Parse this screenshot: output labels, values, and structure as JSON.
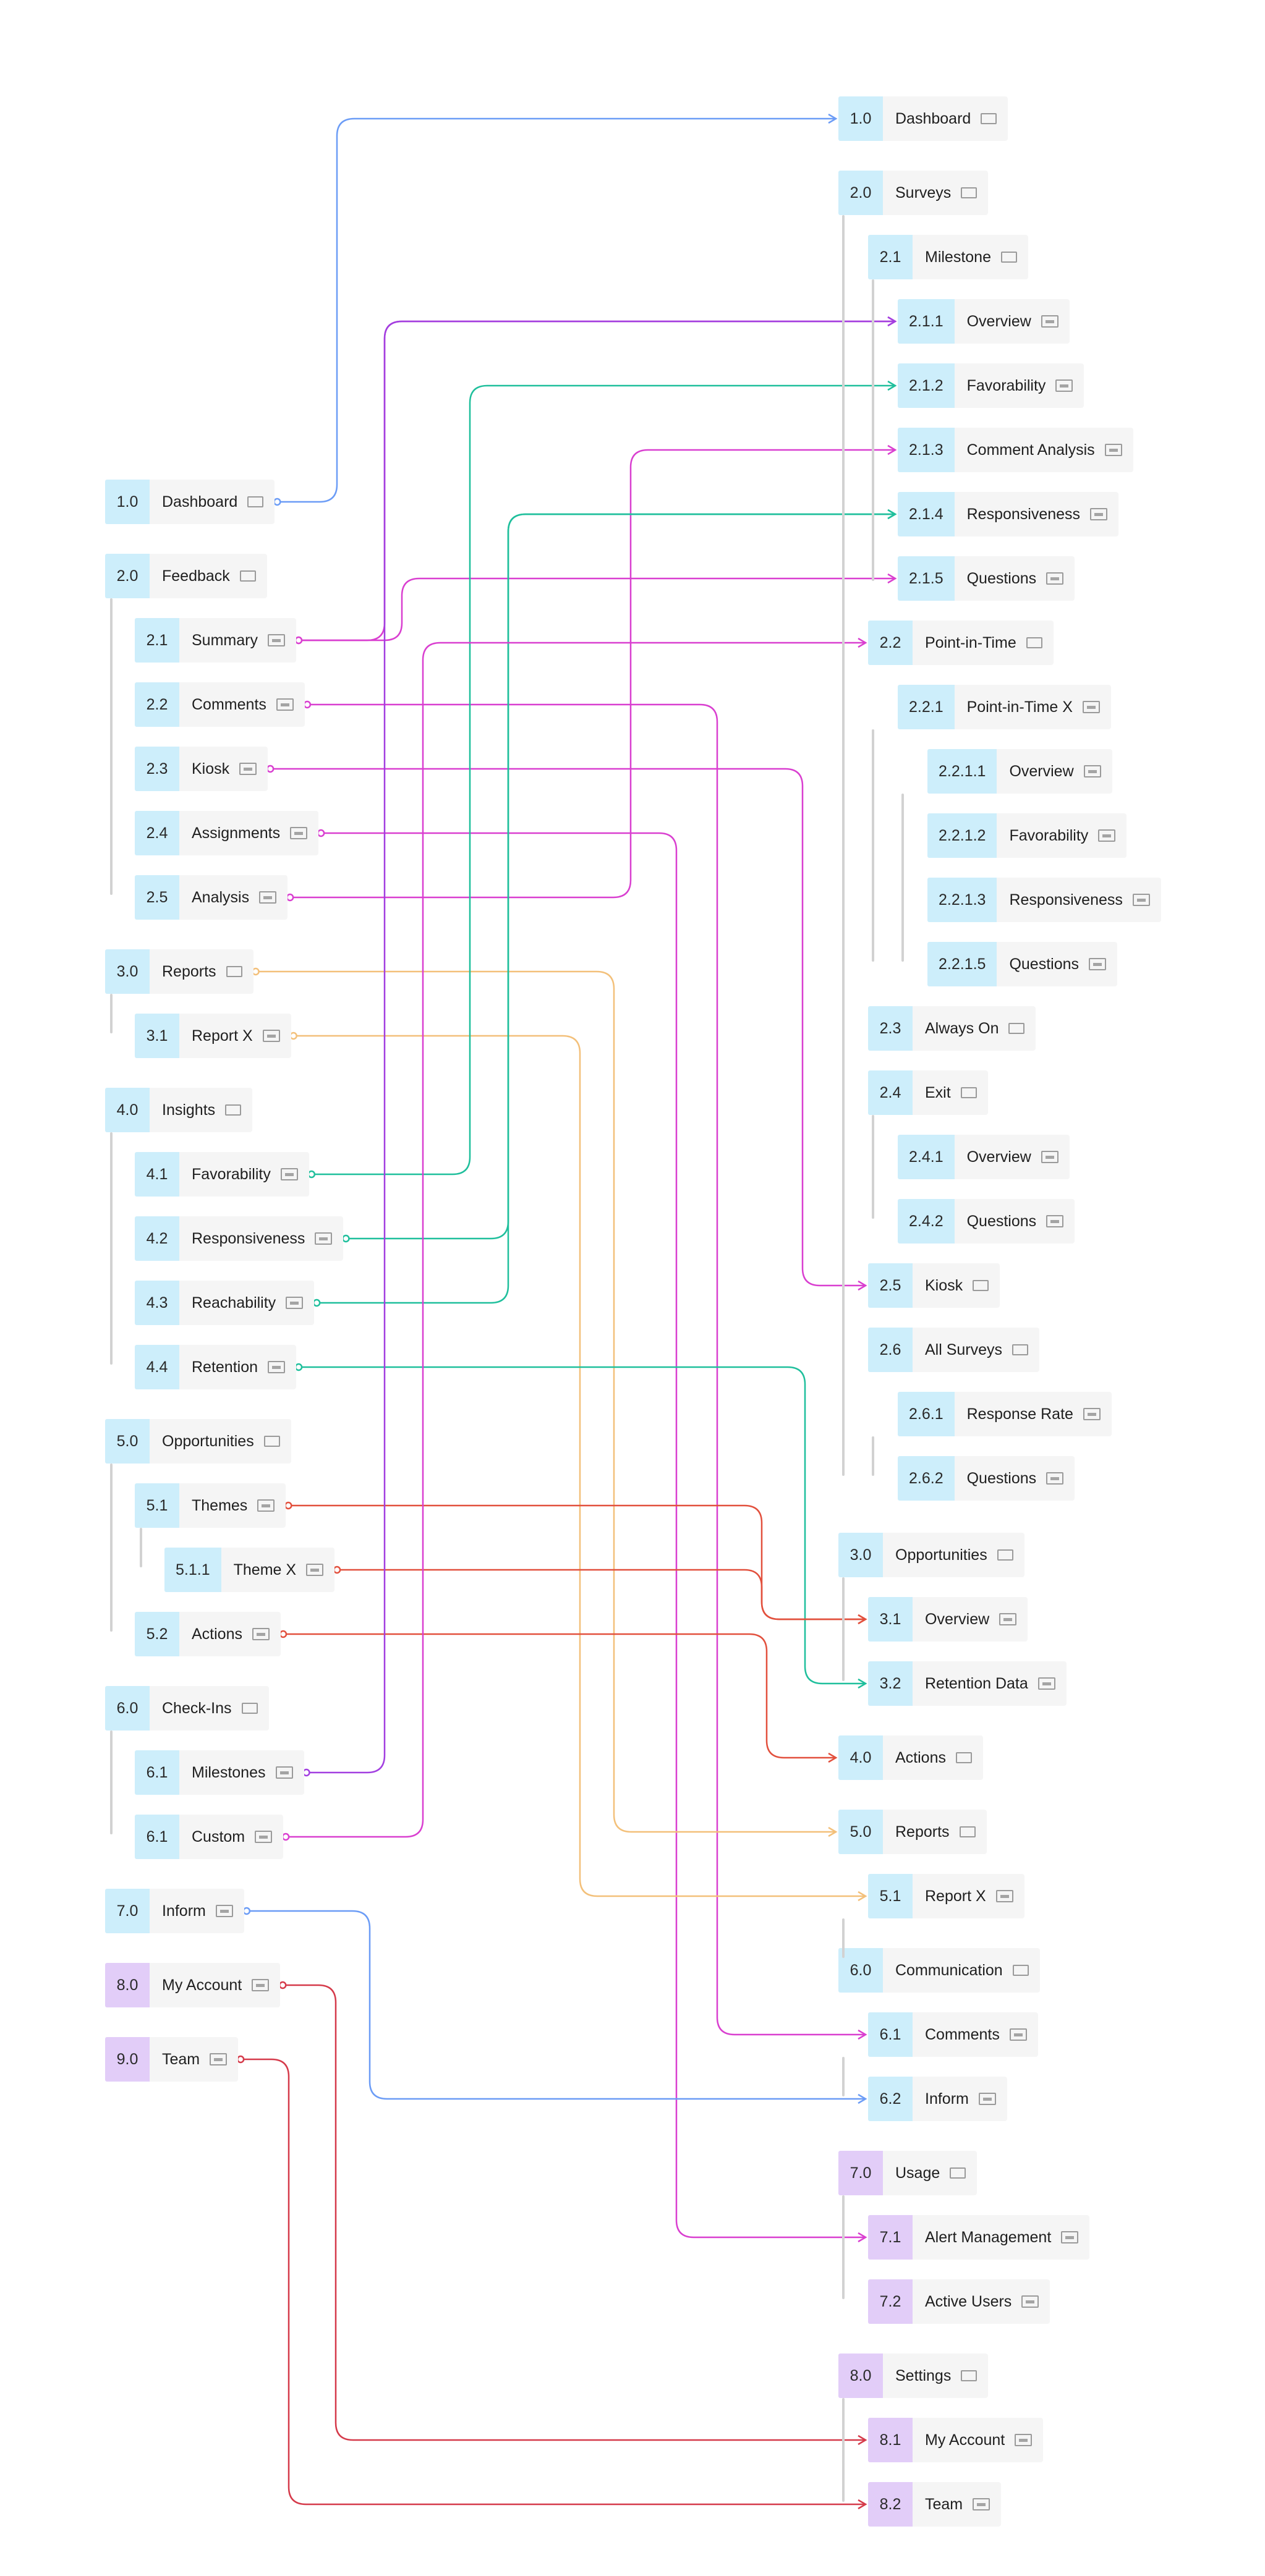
{
  "colors": {
    "blue": "#6b9cf6",
    "magenta": "#d93fd0",
    "teal": "#1fbf9c",
    "orange": "#f3c07a",
    "red": "#e2503d",
    "crimson": "#d53a4a",
    "violet": "#a23fe0"
  },
  "left": [
    {
      "id": "L1",
      "num": "1.0",
      "label": "Dashboard",
      "level": 0,
      "icon": "folder-icon"
    },
    {
      "id": "L2",
      "num": "2.0",
      "label": "Feedback",
      "level": 0,
      "icon": "folder-icon"
    },
    {
      "id": "L3",
      "num": "2.1",
      "label": "Summary",
      "level": 1,
      "icon": "page-icon"
    },
    {
      "id": "L4",
      "num": "2.2",
      "label": "Comments",
      "level": 1,
      "icon": "page-icon"
    },
    {
      "id": "L5",
      "num": "2.3",
      "label": "Kiosk",
      "level": 1,
      "icon": "page-icon"
    },
    {
      "id": "L6",
      "num": "2.4",
      "label": "Assignments",
      "level": 1,
      "icon": "page-icon"
    },
    {
      "id": "L7",
      "num": "2.5",
      "label": "Analysis",
      "level": 1,
      "icon": "page-icon"
    },
    {
      "id": "L8",
      "num": "3.0",
      "label": "Reports",
      "level": 0,
      "icon": "folder-icon"
    },
    {
      "id": "L9",
      "num": "3.1",
      "label": "Report X",
      "level": 1,
      "icon": "page-icon"
    },
    {
      "id": "L10",
      "num": "4.0",
      "label": "Insights",
      "level": 0,
      "icon": "folder-icon"
    },
    {
      "id": "L11",
      "num": "4.1",
      "label": "Favorability",
      "level": 1,
      "icon": "page-icon"
    },
    {
      "id": "L12",
      "num": "4.2",
      "label": "Responsiveness",
      "level": 1,
      "icon": "page-icon"
    },
    {
      "id": "L13",
      "num": "4.3",
      "label": "Reachability",
      "level": 1,
      "icon": "page-icon"
    },
    {
      "id": "L14",
      "num": "4.4",
      "label": "Retention",
      "level": 1,
      "icon": "page-icon"
    },
    {
      "id": "L15",
      "num": "5.0",
      "label": "Opportunities",
      "level": 0,
      "icon": "folder-icon"
    },
    {
      "id": "L16",
      "num": "5.1",
      "label": "Themes",
      "level": 1,
      "icon": "page-icon"
    },
    {
      "id": "L17",
      "num": "5.1.1",
      "label": "Theme X",
      "level": 2,
      "icon": "page-icon"
    },
    {
      "id": "L18",
      "num": "5.2",
      "label": "Actions",
      "level": 1,
      "icon": "page-icon"
    },
    {
      "id": "L19",
      "num": "6.0",
      "label": "Check-Ins",
      "level": 0,
      "icon": "folder-icon"
    },
    {
      "id": "L20",
      "num": "6.1",
      "label": "Milestones",
      "level": 1,
      "icon": "page-icon"
    },
    {
      "id": "L21",
      "num": "6.1",
      "label": "Custom",
      "level": 1,
      "icon": "page-icon"
    },
    {
      "id": "L22",
      "num": "7.0",
      "label": "Inform",
      "level": 0,
      "icon": "page-icon"
    },
    {
      "id": "L23",
      "num": "8.0",
      "label": "My Account",
      "level": 0,
      "icon": "page-icon",
      "purple": true
    },
    {
      "id": "L24",
      "num": "9.0",
      "label": "Team",
      "level": 0,
      "icon": "page-icon",
      "purple": true
    }
  ],
  "right": [
    {
      "id": "R1",
      "num": "1.0",
      "label": "Dashboard",
      "level": 0,
      "icon": "folder-icon"
    },
    {
      "id": "R2",
      "num": "2.0",
      "label": "Surveys",
      "level": 0,
      "icon": "folder-icon"
    },
    {
      "id": "R3",
      "num": "2.1",
      "label": "Milestone",
      "level": 1,
      "icon": "folder-icon"
    },
    {
      "id": "R4",
      "num": "2.1.1",
      "label": "Overview",
      "level": 2,
      "icon": "page-icon"
    },
    {
      "id": "R5",
      "num": "2.1.2",
      "label": "Favorability",
      "level": 2,
      "icon": "page-icon"
    },
    {
      "id": "R6",
      "num": "2.1.3",
      "label": "Comment Analysis",
      "level": 2,
      "icon": "page-icon"
    },
    {
      "id": "R7",
      "num": "2.1.4",
      "label": "Responsiveness",
      "level": 2,
      "icon": "page-icon"
    },
    {
      "id": "R8",
      "num": "2.1.5",
      "label": "Questions",
      "level": 2,
      "icon": "page-icon"
    },
    {
      "id": "R9",
      "num": "2.2",
      "label": "Point-in-Time",
      "level": 1,
      "icon": "folder-icon"
    },
    {
      "id": "R10",
      "num": "2.2.1",
      "label": "Point-in-Time X",
      "level": 2,
      "icon": "page-icon"
    },
    {
      "id": "R11",
      "num": "2.2.1.1",
      "label": "Overview",
      "level": 3,
      "icon": "page-icon"
    },
    {
      "id": "R12",
      "num": "2.2.1.2",
      "label": "Favorability",
      "level": 3,
      "icon": "page-icon"
    },
    {
      "id": "R13",
      "num": "2.2.1.3",
      "label": "Responsiveness",
      "level": 3,
      "icon": "page-icon"
    },
    {
      "id": "R14",
      "num": "2.2.1.5",
      "label": "Questions",
      "level": 3,
      "icon": "page-icon"
    },
    {
      "id": "R15",
      "num": "2.3",
      "label": "Always On",
      "level": 1,
      "icon": "folder-icon"
    },
    {
      "id": "R16",
      "num": "2.4",
      "label": "Exit",
      "level": 1,
      "icon": "folder-icon"
    },
    {
      "id": "R17",
      "num": "2.4.1",
      "label": "Overview",
      "level": 2,
      "icon": "page-icon"
    },
    {
      "id": "R18",
      "num": "2.4.2",
      "label": "Questions",
      "level": 2,
      "icon": "page-icon"
    },
    {
      "id": "R19",
      "num": "2.5",
      "label": "Kiosk",
      "level": 1,
      "icon": "folder-icon"
    },
    {
      "id": "R20",
      "num": "2.6",
      "label": "All Surveys",
      "level": 1,
      "icon": "folder-icon"
    },
    {
      "id": "R21",
      "num": "2.6.1",
      "label": "Response Rate",
      "level": 2,
      "icon": "page-icon"
    },
    {
      "id": "R22",
      "num": "2.6.2",
      "label": "Questions",
      "level": 2,
      "icon": "page-icon"
    },
    {
      "id": "R23",
      "num": "3.0",
      "label": "Opportunities",
      "level": 0,
      "icon": "folder-icon"
    },
    {
      "id": "R24",
      "num": "3.1",
      "label": "Overview",
      "level": 1,
      "icon": "page-icon"
    },
    {
      "id": "R25",
      "num": "3.2",
      "label": "Retention Data",
      "level": 1,
      "icon": "page-icon"
    },
    {
      "id": "R26",
      "num": "4.0",
      "label": "Actions",
      "level": 0,
      "icon": "folder-icon"
    },
    {
      "id": "R27",
      "num": "5.0",
      "label": "Reports",
      "level": 0,
      "icon": "folder-icon"
    },
    {
      "id": "R28",
      "num": "5.1",
      "label": "Report X",
      "level": 1,
      "icon": "page-icon"
    },
    {
      "id": "R29",
      "num": "6.0",
      "label": "Communication",
      "level": 0,
      "icon": "folder-icon"
    },
    {
      "id": "R30",
      "num": "6.1",
      "label": "Comments",
      "level": 1,
      "icon": "page-icon"
    },
    {
      "id": "R31",
      "num": "6.2",
      "label": "Inform",
      "level": 1,
      "icon": "page-icon"
    },
    {
      "id": "R32",
      "num": "7.0",
      "label": "Usage",
      "level": 0,
      "icon": "folder-icon",
      "purple": true
    },
    {
      "id": "R33",
      "num": "7.1",
      "label": "Alert Management",
      "level": 1,
      "icon": "page-icon",
      "purple": true
    },
    {
      "id": "R34",
      "num": "7.2",
      "label": "Active Users",
      "level": 1,
      "icon": "page-icon",
      "purple": true
    },
    {
      "id": "R35",
      "num": "8.0",
      "label": "Settings",
      "level": 0,
      "icon": "folder-icon",
      "purple": true
    },
    {
      "id": "R36",
      "num": "8.1",
      "label": "My Account",
      "level": 1,
      "icon": "page-icon",
      "purple": true
    },
    {
      "id": "R37",
      "num": "8.2",
      "label": "Team",
      "level": 1,
      "icon": "page-icon",
      "purple": true
    }
  ],
  "links": [
    {
      "from": "L1",
      "to": "R1",
      "color": "blue"
    },
    {
      "from": "L3",
      "to": "R4",
      "color": "magenta"
    },
    {
      "from": "L3",
      "to": "R8",
      "color": "magenta"
    },
    {
      "from": "L4",
      "to": "R30",
      "color": "magenta"
    },
    {
      "from": "L5",
      "to": "R19",
      "color": "magenta"
    },
    {
      "from": "L6",
      "to": "R33",
      "color": "magenta"
    },
    {
      "from": "L7",
      "to": "R6",
      "color": "magenta"
    },
    {
      "from": "L8",
      "to": "R27",
      "color": "orange"
    },
    {
      "from": "L9",
      "to": "R28",
      "color": "orange"
    },
    {
      "from": "L11",
      "to": "R5",
      "color": "teal"
    },
    {
      "from": "L12",
      "to": "R7",
      "color": "teal"
    },
    {
      "from": "L13",
      "to": "R7",
      "color": "teal"
    },
    {
      "from": "L14",
      "to": "R25",
      "color": "teal"
    },
    {
      "from": "L16",
      "to": "R24",
      "color": "red"
    },
    {
      "from": "L17",
      "to": "R24",
      "color": "red"
    },
    {
      "from": "L18",
      "to": "R26",
      "color": "red"
    },
    {
      "from": "L20",
      "to": "R4",
      "color": "violet"
    },
    {
      "from": "L21",
      "to": "R9",
      "color": "magenta"
    },
    {
      "from": "L22",
      "to": "R31",
      "color": "blue"
    },
    {
      "from": "L23",
      "to": "R36",
      "color": "crimson"
    },
    {
      "from": "L24",
      "to": "R37",
      "color": "crimson"
    }
  ]
}
